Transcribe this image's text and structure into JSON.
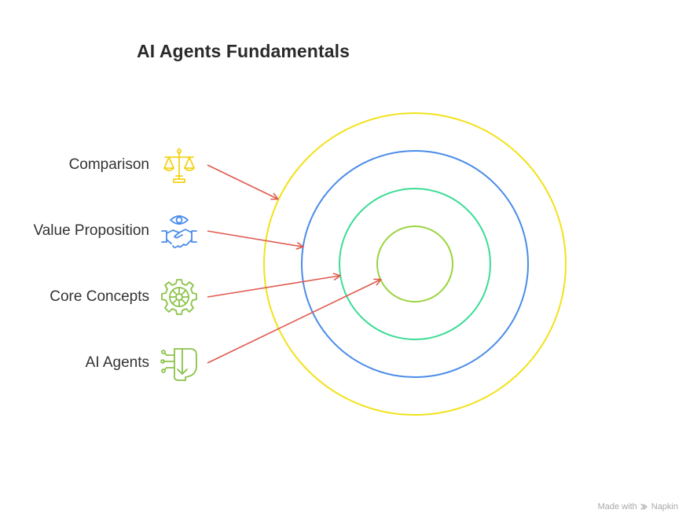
{
  "title": "AI Agents Fundamentals",
  "items": [
    {
      "label": "Comparison",
      "icon": "scales-icon",
      "color": "#F2D31B"
    },
    {
      "label": "Value Proposition",
      "icon": "handshake-eye-icon",
      "color": "#4A8CE8"
    },
    {
      "label": "Core Concepts",
      "icon": "gear-wheel-icon",
      "color": "#8BC34A"
    },
    {
      "label": "AI Agents",
      "icon": "circuit-brain-icon",
      "color": "#8BC34A"
    }
  ],
  "rings": [
    {
      "name": "outer-ring",
      "color": "#F2E21B"
    },
    {
      "name": "second-ring",
      "color": "#4A8CE8"
    },
    {
      "name": "third-ring",
      "color": "#3DDC97"
    },
    {
      "name": "inner-ring",
      "color": "#9BD33D"
    }
  ],
  "arrow_color": "#E05A4F",
  "watermark": {
    "prefix": "Made with",
    "brand": "Napkin"
  }
}
